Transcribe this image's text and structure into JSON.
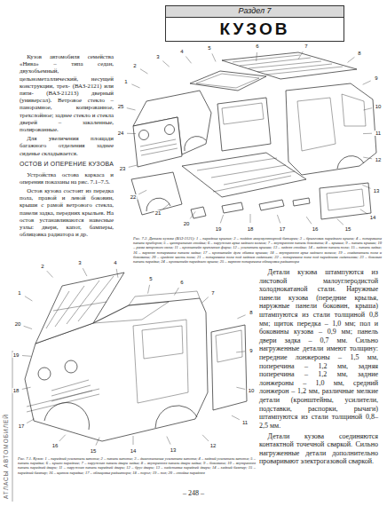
{
  "diagram": {
    "nodes": [
      {
        "text": [
          "Раздел 7",
          "КУЗОВ"
        ]
      }
    ],
    "edges": [],
    "labels": [
      "Кузов автомобиля семейства «Нива» – типа седан, двухобъемный, цельнометаллический, несущей конструкции, трех- (ВАЗ-2121) или пяти- (ВАЗ-21213) дверный (универсал). Ветровое стекло – панорамное, копированное, трехслойное; заднее стекло и стекла дверей – закаленные, полированные.",
      "Для увеличения площади багажного отделения заднее сиденье складывается.",
      "ОСТОВ И ОПЕРЕНИЕ КУЗОВА",
      "Устройства остова каркаса и оперения показаны на рис. 7.1–7.5.",
      "Остов кузова состоит из передка пола, правой и левой боковин, крыши с рамой ветрового стекла, панели задка, передних крыльев. На остов устанавливаются навесные узлы: двери, капот, бамперы, облицовка радиатора и др.",
      "Рис. 7.2. Детали кузова (ВАЗ-2121): 1 – передние крылья; 2 – поддон аккумуляторной батареи; 3 – брызговик переднего крыла; 4 – поперечина панели приборов; 5 – центральная стойка; 6 – наружная арка заднего колеса; 7 – внутренняя панель боковины; 8 – крыша; 9 – панель крыши; 10 – рама ветрового окна; 11 – кронштейн крепления фары; 12 – усилитель крыши; 13 – задняя стойка; 14 – задняя панель пола; 15 – панель задка; 16 – верхняя поперечина панели задка; 17 – кронштейн дуги обивки крыши; 18 – внутренняя арка заднего колеса; 19 – соединитель пола и боковины; 20 – средняя часть пола; 21 – поперечина пола под задним сиденьем; 22 – поперечина пола под передними сиденьями; 23 – боковая панель передка; 24 – кронштейн переднего крыла; 25 – верхняя поперечина облицовки радиатора",
      "Рис. 7.1. Кузов: 1 – передний усилитель капота; 2 – панель капота; 3 – диагональные усилители капота; 4 – задний усилитель капота; 5 – панель передка; 6 – крыло переднее; 7 – наружная панель двери задка; 8 – внутренняя панель двери задка; 9 – боковина; 10 – внутренняя панель передней двери; 11 – наружная панель передней двери; 12 – брус двери; 13 – надставка передней двери; 14 – задний бампер; 15 – передний бампер; 16 – щиток передка; 17 – облицовка радиатора; 18 – порог; 19 – пол; 20 – стойка передняя",
      "Детали кузова штампуются из листовой малоуглеродистой холоднокатаной стали. Наружные панели кузова (передние крылья, наружные панели боковин, крыша) штампуются из стали толщиной 0,8 мм; щиток передка – 1,0 мм; пол и боковины кузова – 0,9 мм; панель двери задка – 0,7 мм. Сильно нагруженные детали имеют толщину: передние лонжероны – 1,5 мм, поперечина – 1,2 мм, задняя поперечина – 1,2 мм, задние лонжероны – 1,0 мм, средний лонжерон – 1,2 мм, различные мелкие детали (кронштейны, усилители, подставки, распорки, рычаги) штампуются из стали толщиной 0,8–2,5 мм.",
      "Детали кузова соединяются контактной точечной сваркой. Сильно нагруженные детали дополнительно проваривают электрогазовой сваркой.",
      "– 248 –",
      "АТЛАСЫ АВТОМОБИЛЕЙ",
      "1",
      "2",
      "3",
      "4",
      "5",
      "6",
      "7",
      "8",
      "9",
      "10",
      "11",
      "12",
      "13",
      "14",
      "15",
      "16",
      "17",
      "18",
      "19",
      "20",
      "21",
      "22",
      "23",
      "24",
      "25",
      "1",
      "2",
      "3",
      "4",
      "5",
      "6",
      "7",
      "8",
      "9",
      "10",
      "11",
      "12",
      "13",
      "14",
      "15",
      "16",
      "17",
      "18",
      "19",
      "20"
    ]
  }
}
